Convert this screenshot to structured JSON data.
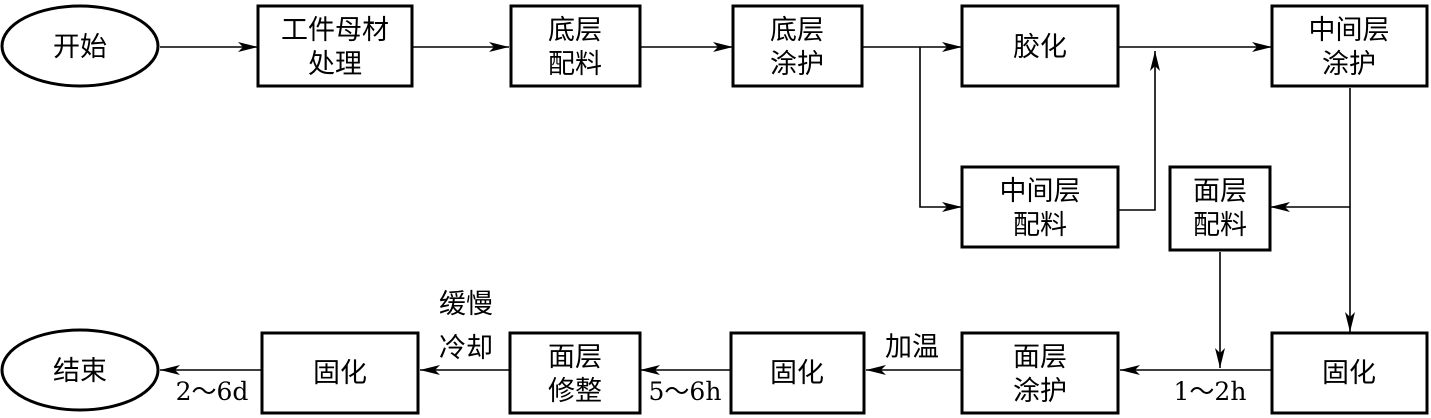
{
  "nodes": {
    "start": [
      "开始"
    ],
    "workpiece": [
      "工件母材",
      "处理"
    ],
    "base_mix": [
      "底层",
      "配料"
    ],
    "base_coat": [
      "底层",
      "涂护"
    ],
    "gel": [
      "胶化"
    ],
    "mid_coat": [
      "中间层",
      "涂护"
    ],
    "mid_mix": [
      "中间层",
      "配料"
    ],
    "top_mix": [
      "面层",
      "配料"
    ],
    "cure_right": [
      "固化"
    ],
    "top_coat": [
      "面层",
      "涂护"
    ],
    "cure_mid": [
      "固化"
    ],
    "top_trim": [
      "面层",
      "修整"
    ],
    "cure_left": [
      "固化"
    ],
    "end": [
      "结束"
    ]
  },
  "edge_labels": {
    "end_time": "2～6d",
    "slow_cool": [
      "缓慢",
      "冷却"
    ],
    "trim_time": "5～6h",
    "heat": "加温",
    "coat_time": "1～2h"
  }
}
